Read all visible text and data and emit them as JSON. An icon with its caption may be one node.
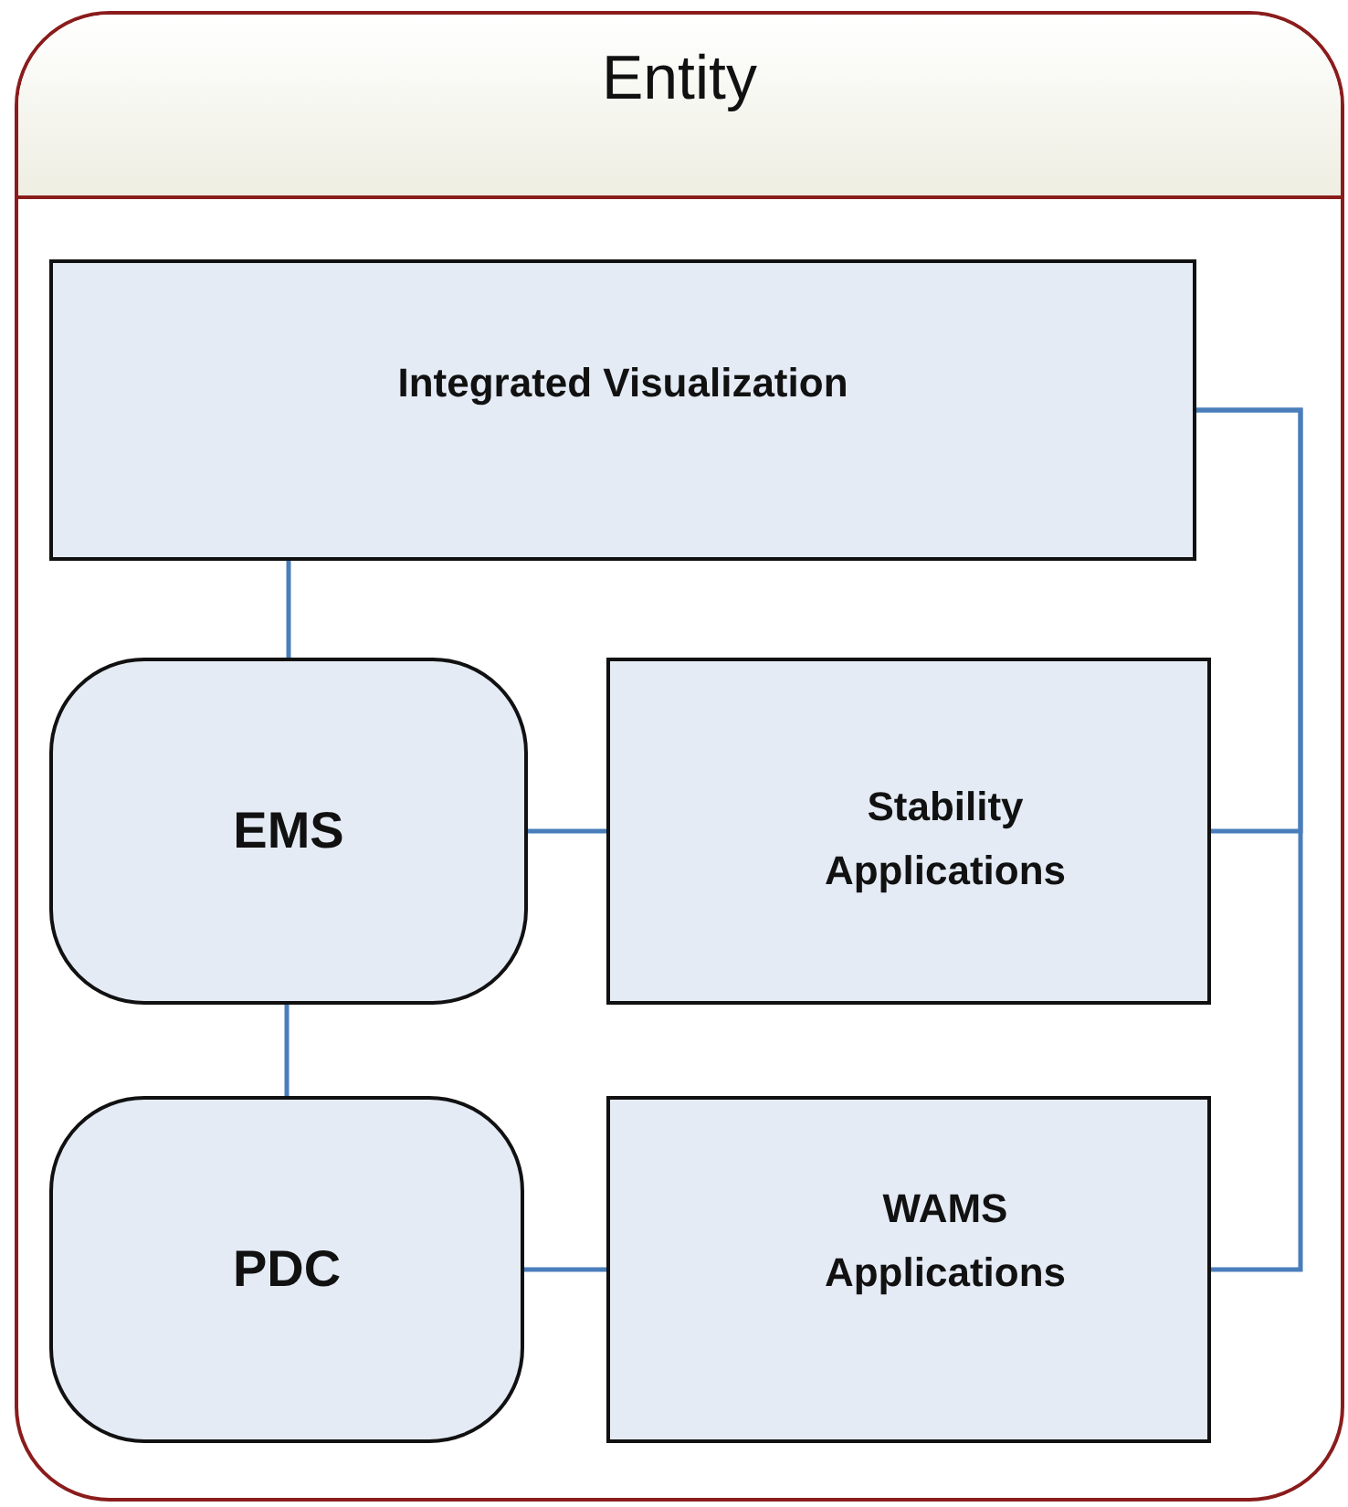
{
  "diagram": {
    "nodes": [
      {
        "text": [
          "Entity"
        ]
      },
      {
        "text": [
          "Integrated Visualization"
        ],
        "in": 0
      },
      {
        "text": [
          "EMS"
        ],
        "in": 0
      },
      {
        "text": [
          "Stability Applications"
        ],
        "in": 0
      },
      {
        "text": [
          "PDC"
        ],
        "in": 0
      },
      {
        "text": [
          "WAMS Applications"
        ],
        "in": 0
      }
    ],
    "edges": [
      {
        "from": 1,
        "to": 2,
        "arrow": "none"
      },
      {
        "from": 2,
        "to": 4,
        "arrow": "none"
      },
      {
        "from": 2,
        "to": 3,
        "arrow": "none"
      },
      {
        "from": 4,
        "to": 5,
        "arrow": "none"
      },
      {
        "from": 1,
        "to": 3,
        "arrow": "none"
      },
      {
        "from": 1,
        "to": 5,
        "arrow": "none"
      }
    ]
  }
}
